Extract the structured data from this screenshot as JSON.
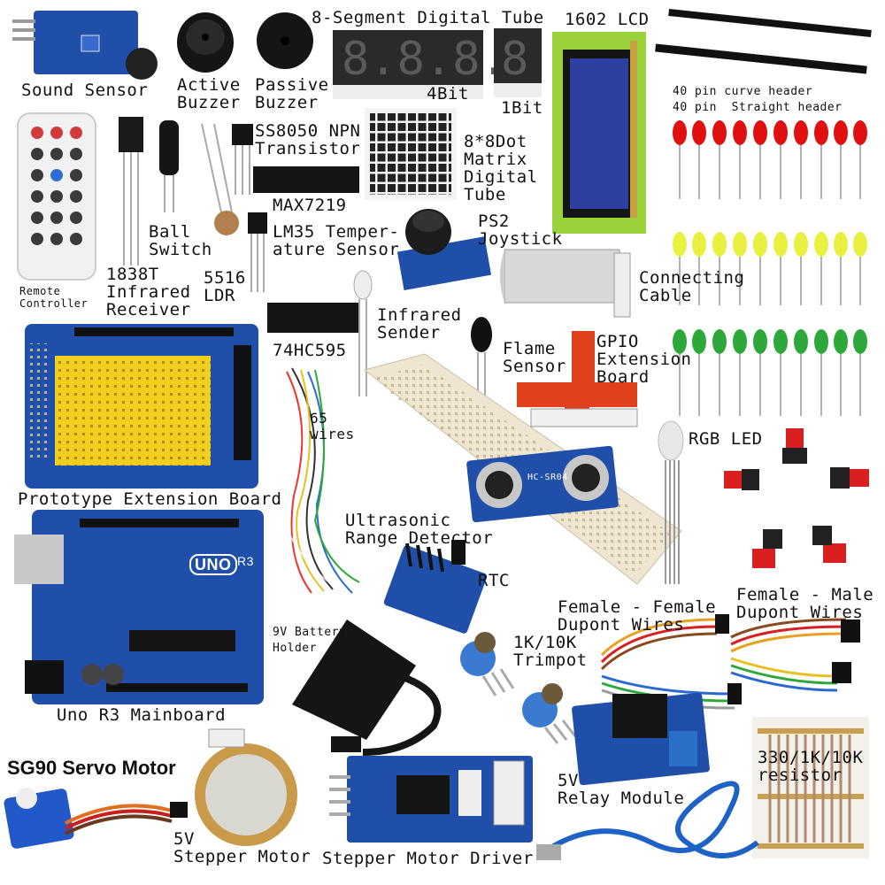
{
  "labels": {
    "sound_sensor": "Sound Sensor",
    "active_buzzer": "Active\nBuzzer",
    "passive_buzzer": "Passive\nBuzzer",
    "segment_tube": "8-Segment Digital Tube",
    "four_bit": "4Bit",
    "one_bit": "1Bit",
    "lcd": "1602 LCD",
    "curve_header": "40 pin curve header",
    "straight_header": "40 pin  Straight header",
    "remote": "Remote\nController",
    "infrared_receiver": "1838T\nInfrared\nReceiver",
    "ball_switch": "Ball\nSwitch",
    "ldr": "5516\nLDR",
    "transistor": "SS8050 NPN\nTransistor",
    "max7219": "MAX7219",
    "dot_matrix": "8*8Dot\nMatrix\nDigital\nTube",
    "lm35": "LM35 Temper-\nature Sensor",
    "joystick": "PS2\nJoystick",
    "connecting_cable": "Connecting\nCable",
    "ic_74hc595": "74HC595",
    "infrared_sender": "Infrared\nSender",
    "flame_sensor": "Flame\nSensor",
    "gpio_board": "GPIO\nExtension\nBoard",
    "wires_65": "65\nwires",
    "rgb_led": "RGB LED",
    "prototype_board": "Prototype Extension Board",
    "ultrasonic": "Ultrasonic\nRange Detector",
    "rtc": "RTC",
    "ff_wires": "Female - Female\nDupont Wires",
    "fm_wires": "Female - Male\nDupont Wires",
    "battery_holder": "9V Battery\nHolder",
    "trimpot": "1K/10K\nTrimpot",
    "uno": "Uno R3 Mainboard",
    "resistor": "330/1K/10K\nresistor",
    "servo": "SG90 Servo Motor",
    "relay": "5V\nRelay Module",
    "stepper_motor": "5V\nStepper Motor",
    "stepper_driver": "Stepper Motor Driver"
  },
  "markings": {
    "uno_logo": "UNO",
    "uno_r3": "R3",
    "ultrasonic_model": "HC-SR04"
  },
  "colors": {
    "pcb_blue": "#1f4fa8",
    "pcb_dark": "#143a80",
    "breadboard": "#efe6d2",
    "led_red": "#e01010",
    "led_yellow": "#e8f040",
    "led_green": "#2ea83a",
    "lcd_green": "#9bd13a",
    "lcd_screen": "#2f3fa0",
    "proto_yellow": "#f2cf1f",
    "gpio_red": "#e0401c",
    "servo_blue": "#2259c8",
    "usb_cable": "#1d62c4"
  }
}
